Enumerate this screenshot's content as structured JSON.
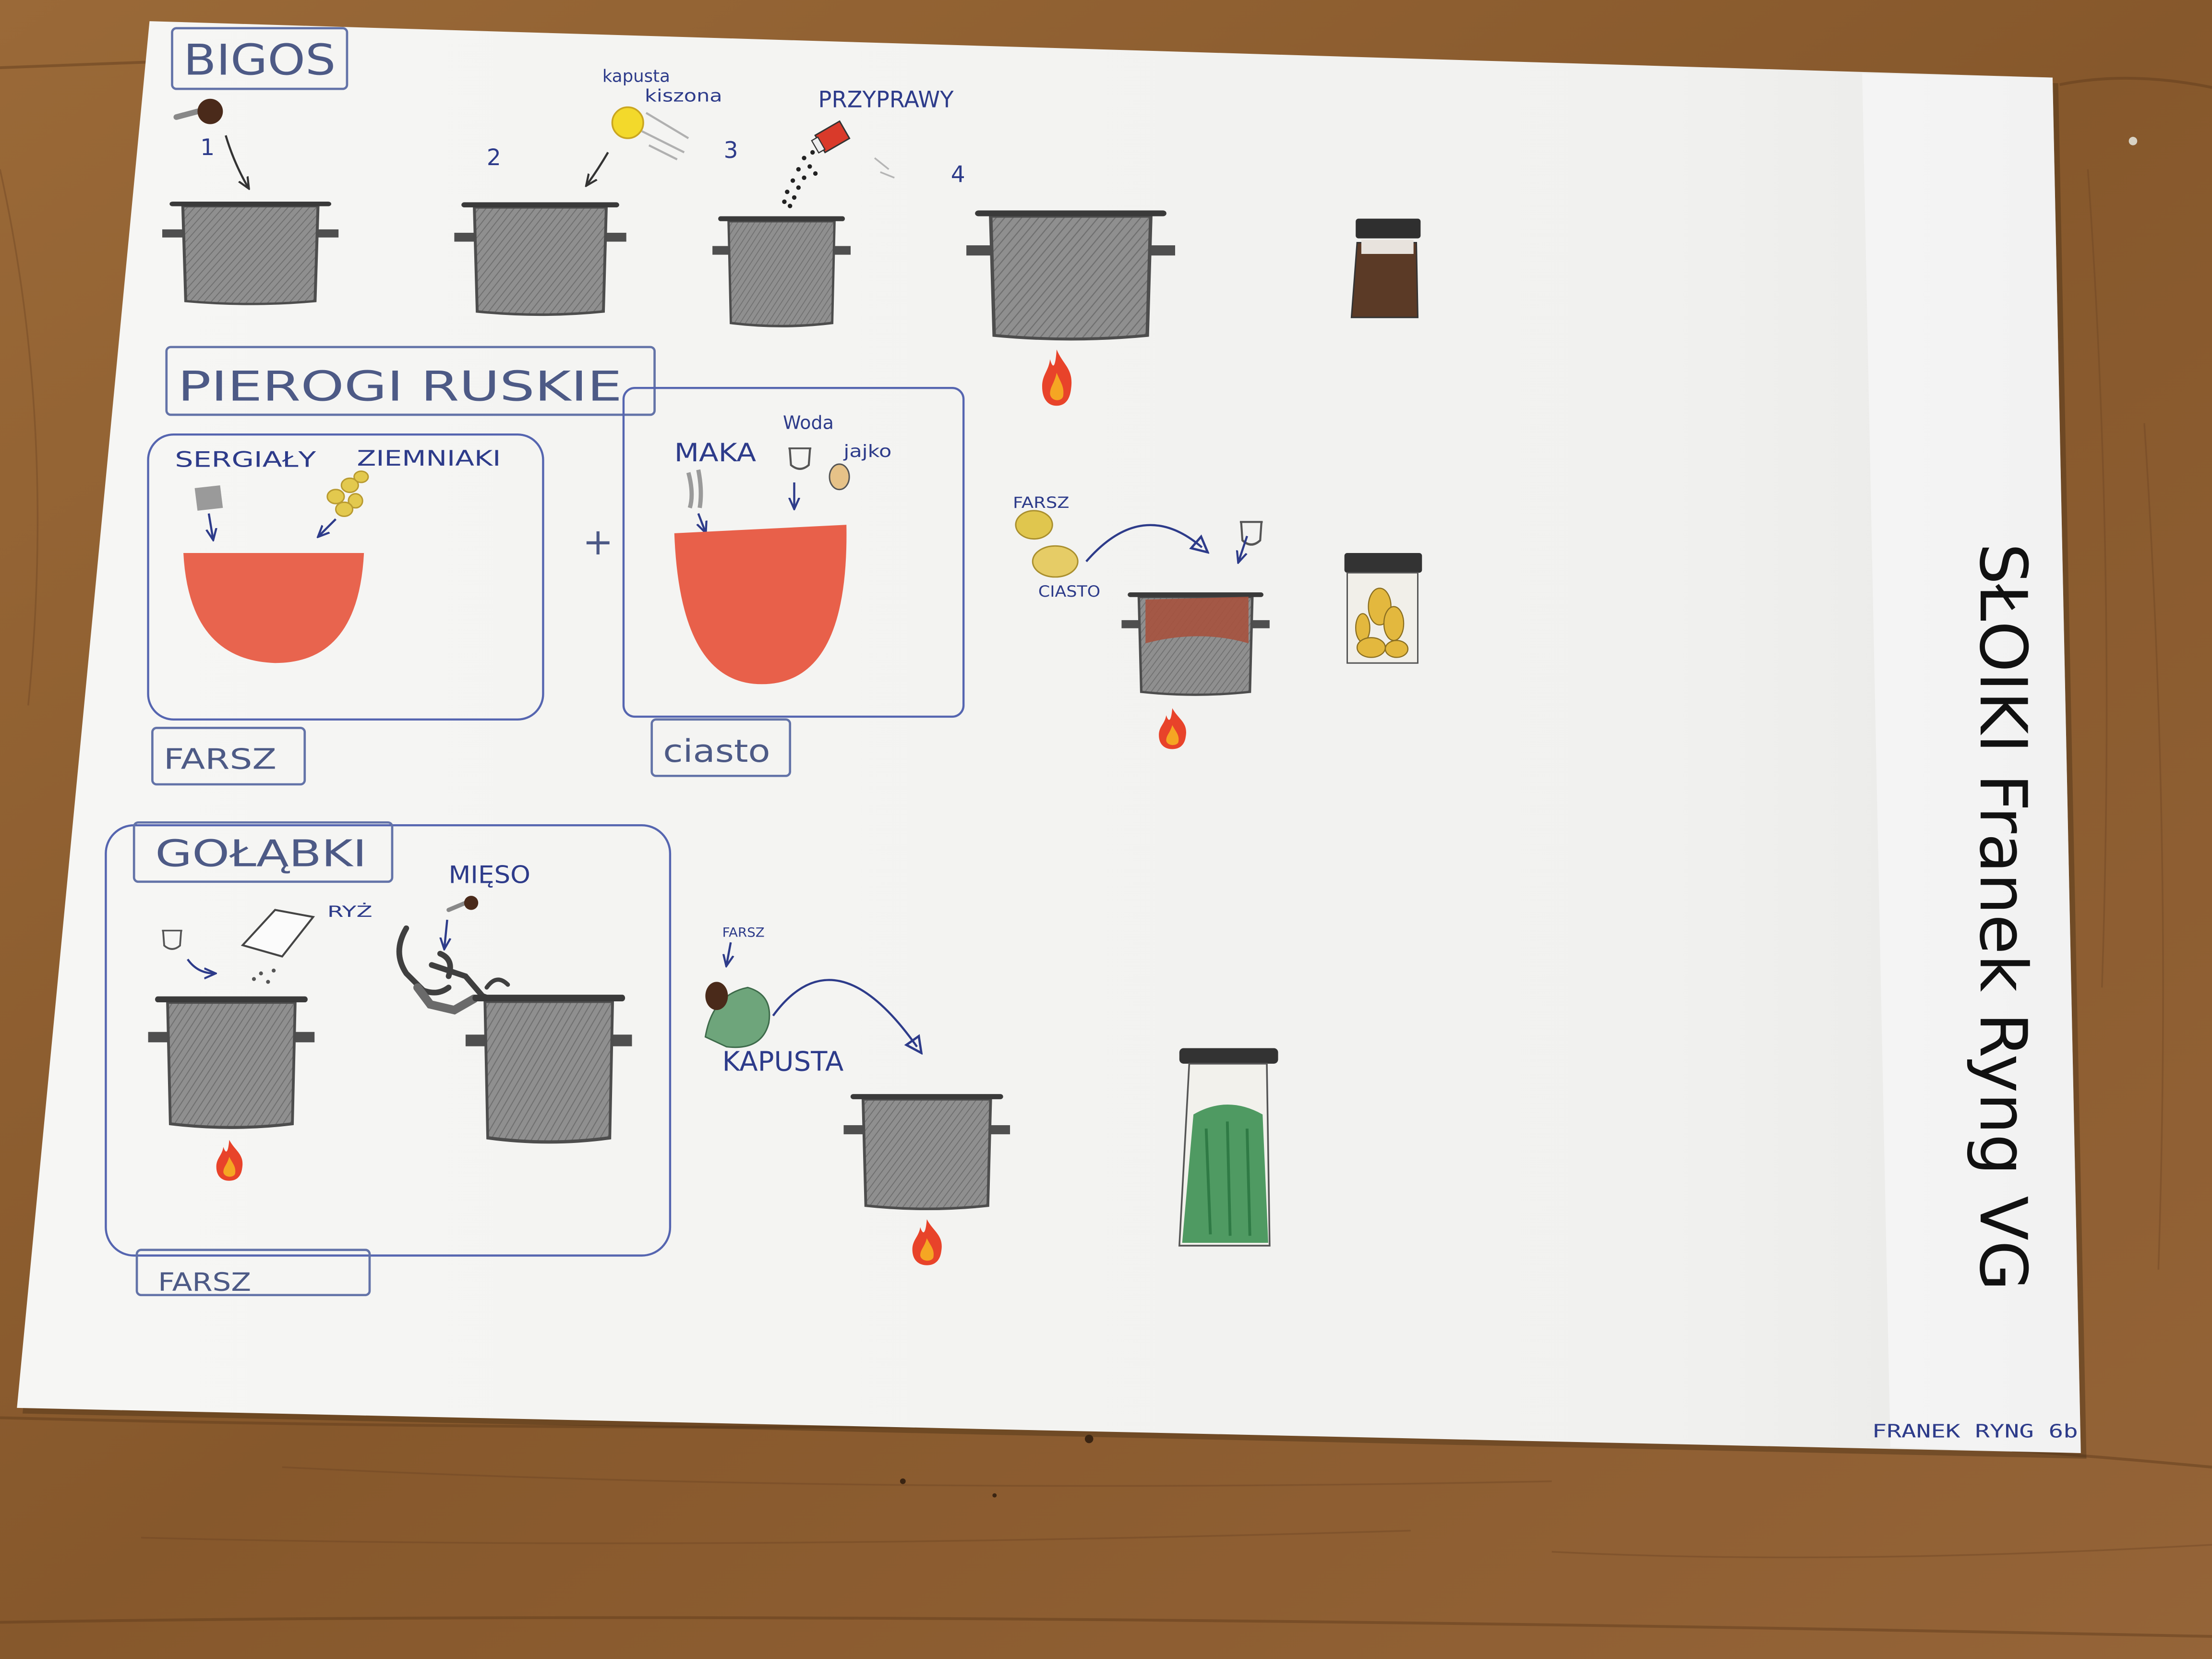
{
  "bigos": {
    "title": "BIGOS",
    "steps": [
      "1",
      "2",
      "3",
      "4"
    ],
    "cabbage_label": [
      "kapusta",
      "kiszona"
    ],
    "spices_label": "PRZYPRAWY"
  },
  "pierogi": {
    "title": "PIEROGI RUSKIE",
    "filling": {
      "ingredients": [
        "SERGIAŁY",
        "ZIEMNIAKI"
      ],
      "label": "FARSZ"
    },
    "plus": "+",
    "dough": {
      "flour": "MAKA",
      "water": "Woda",
      "egg": "jajko",
      "label": "ciasto"
    },
    "assembly": {
      "filling": "FARSZ",
      "dough": "CIASTO"
    }
  },
  "golabki": {
    "title": "GOŁĄBKI",
    "rice": "RYŻ",
    "meat": "MIĘSO",
    "filling_label": "FARSZ",
    "wrap": {
      "filling": "FARSZ",
      "cabbage": "KAPUSTA"
    }
  },
  "side_title": "SŁOIKI Franek Ryng VG",
  "signature": "FRANEK RYNG 6b",
  "colors": {
    "paper": "#f4f4f1",
    "wood": "#8e5e30",
    "pen_blue": "#2d3b8a",
    "pencil_gray": "#8a8a8a",
    "bowl_red": "#e8644e",
    "flame_red": "#e8432a",
    "jar_green": "#4f9a62",
    "jar_brown": "#5b3a26",
    "potato_yellow": "#e6c84a",
    "cabbage_yellow": "#f3d92b",
    "leaf_green": "#6ea57b"
  }
}
